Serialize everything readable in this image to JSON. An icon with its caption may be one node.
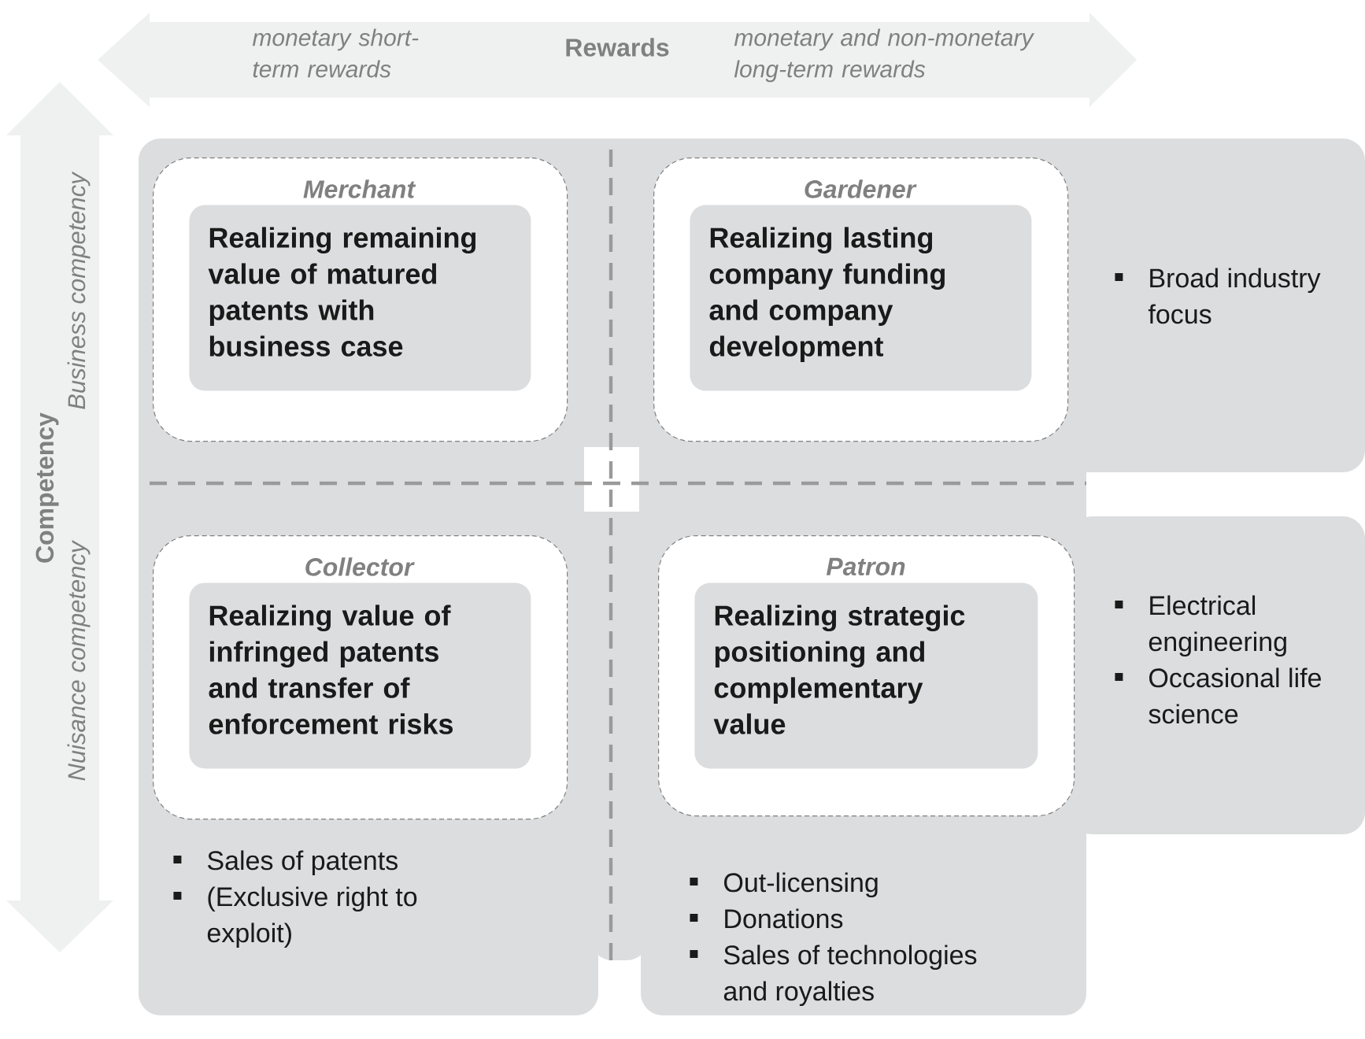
{
  "diagram": {
    "nodes": [
      {
        "text": [
          "Merchant"
        ]
      },
      {
        "text": [
          "Realizing remaining value of matured patents with business case"
        ],
        "in": 0
      },
      {
        "text": [
          "Gardener"
        ]
      },
      {
        "text": [
          "Realizing lasting company funding and company development"
        ],
        "in": 2
      },
      {
        "text": [
          "Collector"
        ]
      },
      {
        "text": [
          "Realizing value of infringed patents and transfer of enforcement risks"
        ],
        "in": 4
      },
      {
        "text": [
          "Patron"
        ]
      },
      {
        "text": [
          "Realizing strategic positioning and complementary value"
        ],
        "in": 6
      }
    ],
    "labels": [
      "monetary short-term rewards",
      "Rewards",
      "monetary and non-monetary long-term rewards",
      "Competency",
      "Business competency",
      "Nuisance competency",
      "Broad industry focus",
      "Electrical engineering",
      "Occasional life science",
      "Sales of patents",
      "(Exclusive right to exploit)",
      "Out-licensing",
      "Donations",
      "Sales of technologies and royalties"
    ]
  }
}
